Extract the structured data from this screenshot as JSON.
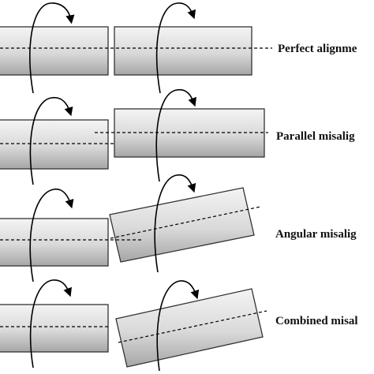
{
  "rows": [
    {
      "label": "Perfect alignme"
    },
    {
      "label": "Parallel misalig"
    },
    {
      "label": "Angular misalig"
    },
    {
      "label": "Combined misal"
    }
  ],
  "colors": {
    "shaft_top": "#f4f4f4",
    "shaft_mid": "#d9d9d9",
    "shaft_bottom": "#a6a6a6",
    "outline": "#333333",
    "line": "#000000"
  },
  "icons": [
    "rotation-arrow-icon"
  ]
}
